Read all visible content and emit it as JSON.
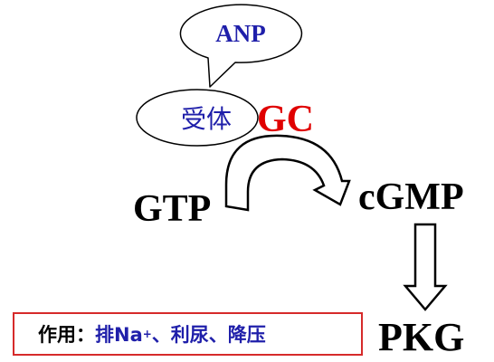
{
  "anp_label": "ANP",
  "receptor_label": "受体",
  "gc_label": "GC",
  "gtp_label": "GTP",
  "cgmp_label": "cGMP",
  "pkg_label": "PKG",
  "effect": {
    "label": "作用：",
    "excrete": "排Na",
    "charge": "+",
    "rest": "、利尿、降压"
  },
  "colors": {
    "ellipse_text": "#1f1faa",
    "gc": "#e00000",
    "box_border": "#d62a2a",
    "text": "#000000"
  }
}
